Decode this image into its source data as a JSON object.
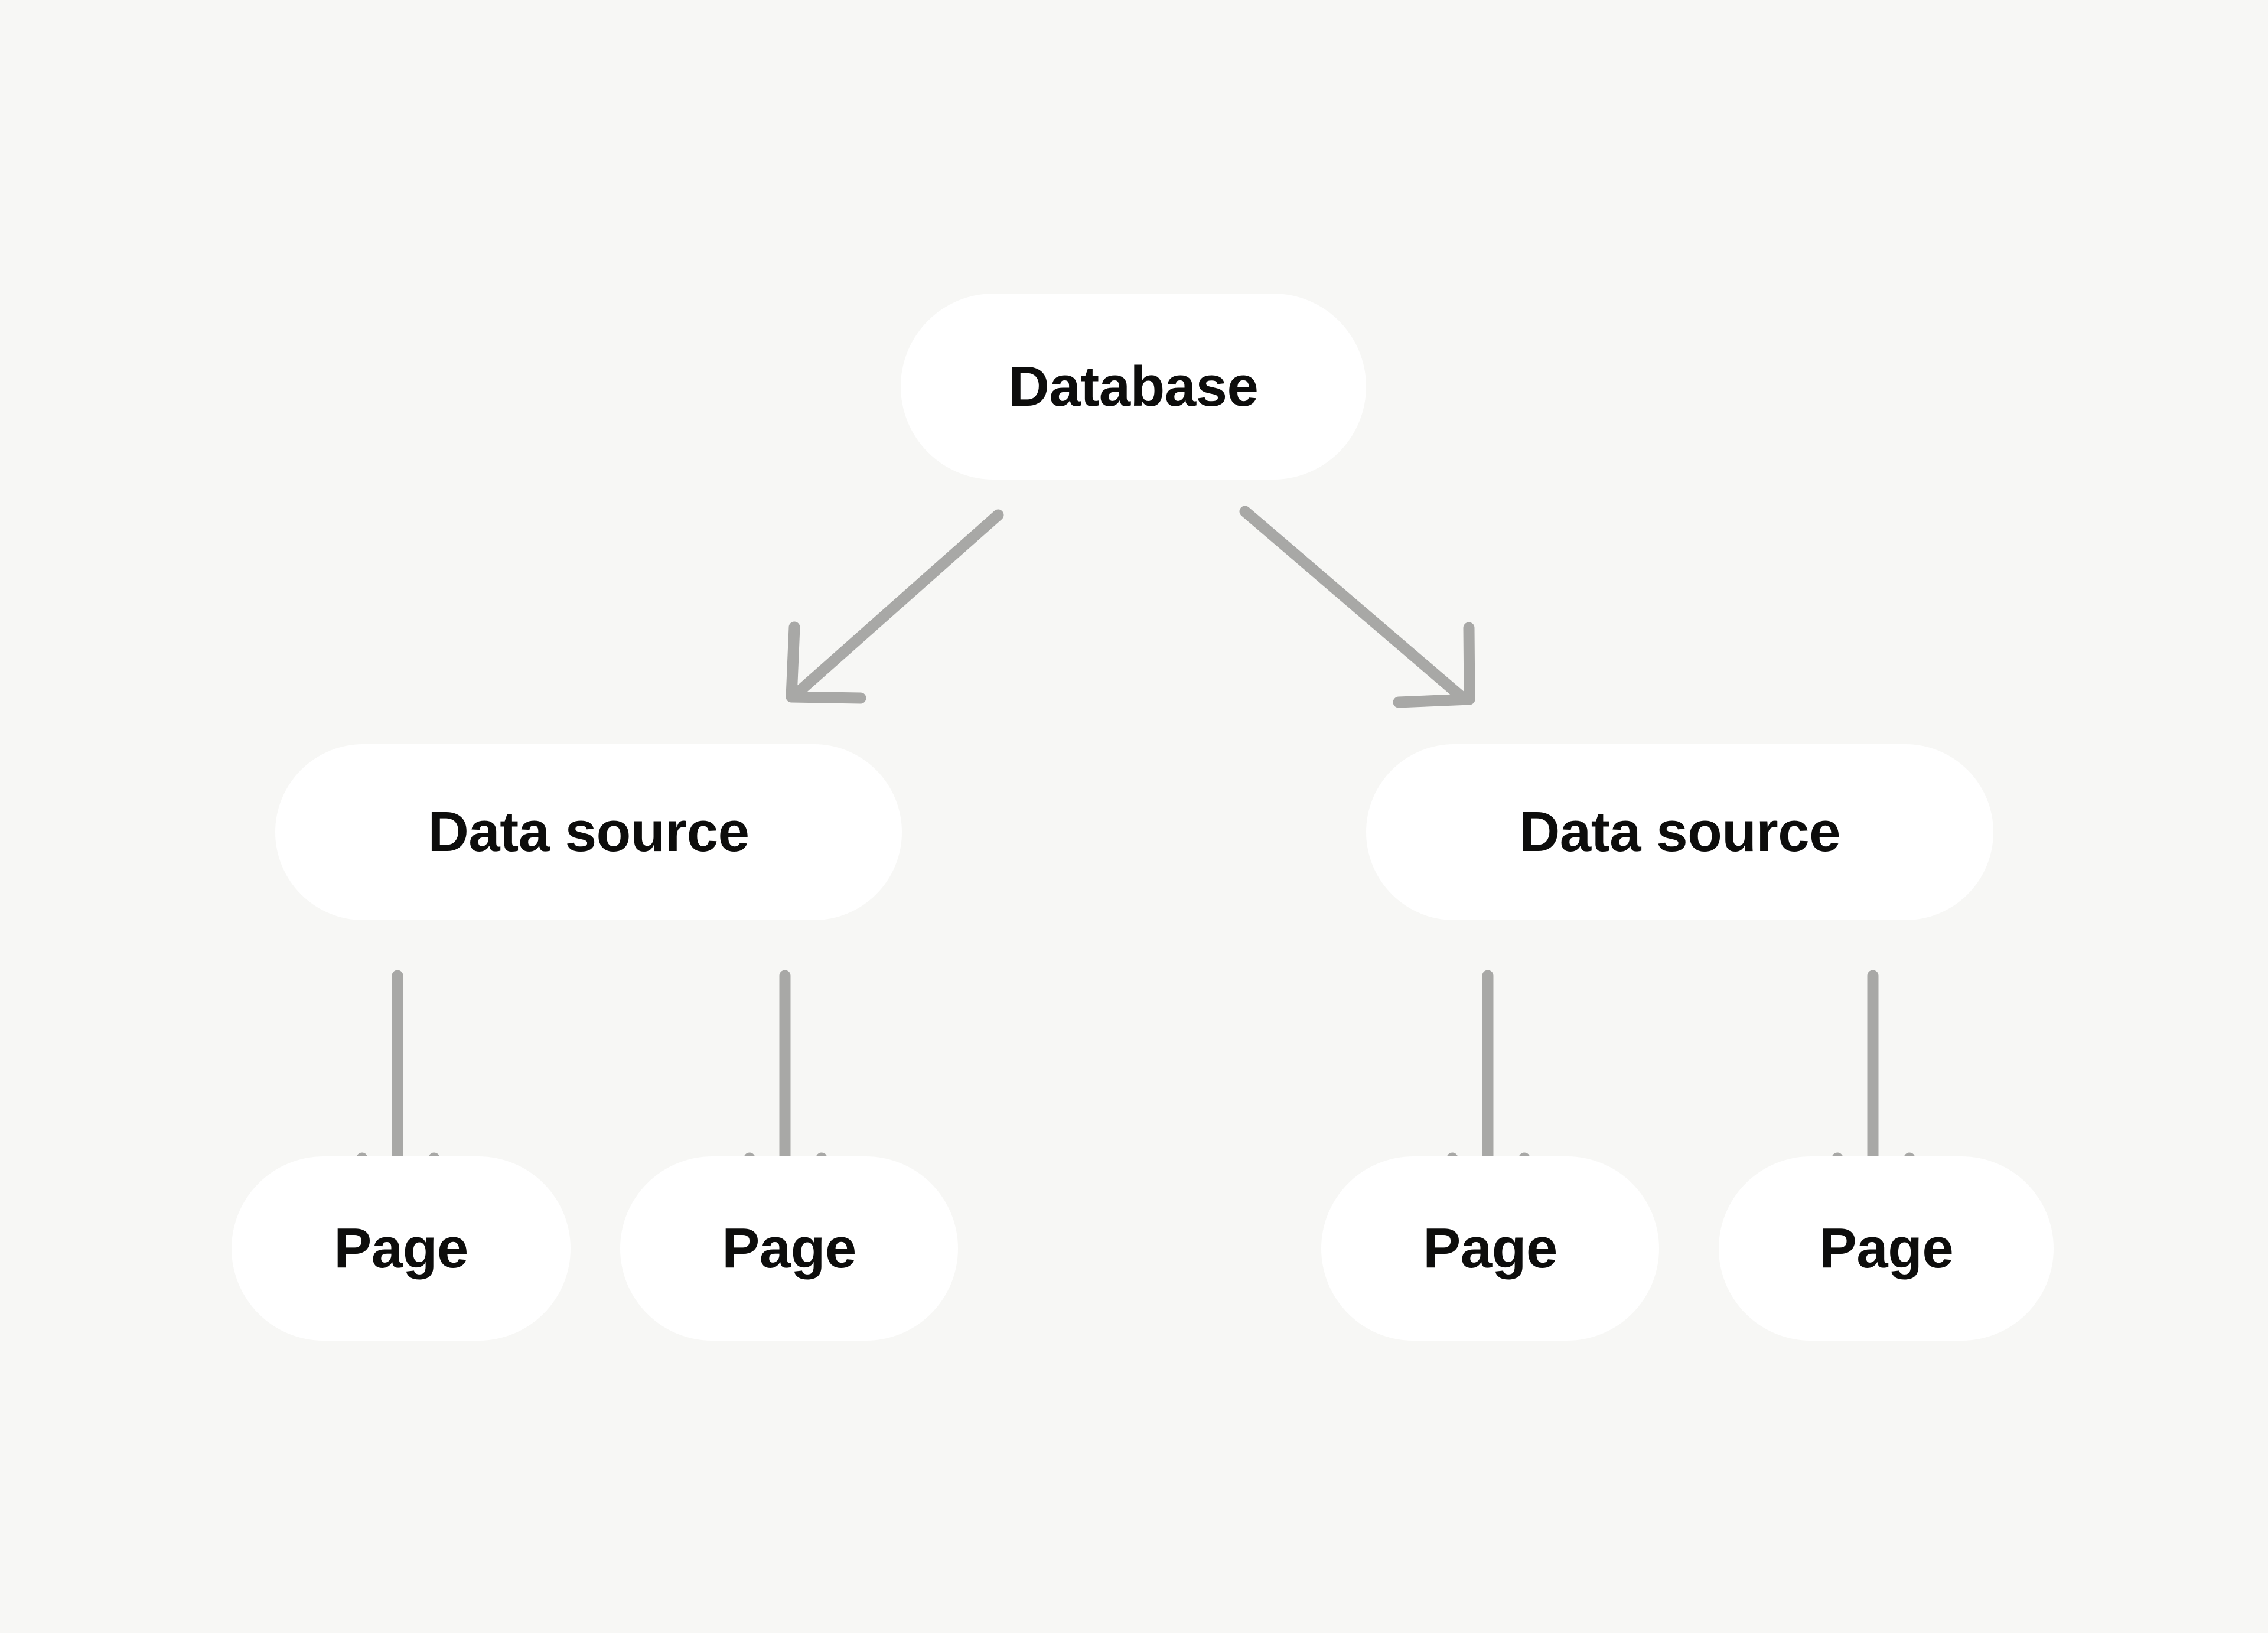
{
  "diagram": {
    "title": "Database to data source to page hierarchy",
    "background_color": "#F7F7F5",
    "node_fill": "#FFFFFF",
    "node_text_color": "#0D0D0C",
    "arrow_color": "#A8A8A6",
    "nodes": [
      {
        "id": "database",
        "label": "Database",
        "level": 0
      },
      {
        "id": "ds-left",
        "label": "Data source",
        "level": 1
      },
      {
        "id": "ds-right",
        "label": "Data source",
        "level": 1
      },
      {
        "id": "page-1",
        "label": "Page",
        "level": 2
      },
      {
        "id": "page-2",
        "label": "Page",
        "level": 2
      },
      {
        "id": "page-3",
        "label": "Page",
        "level": 2
      },
      {
        "id": "page-4",
        "label": "Page",
        "level": 2
      }
    ],
    "edges": [
      {
        "from": "database",
        "to": "ds-left",
        "kind": "diagonal-left"
      },
      {
        "from": "database",
        "to": "ds-right",
        "kind": "diagonal-right"
      },
      {
        "from": "ds-left",
        "to": "page-1",
        "kind": "vertical"
      },
      {
        "from": "ds-left",
        "to": "page-2",
        "kind": "vertical"
      },
      {
        "from": "ds-right",
        "to": "page-3",
        "kind": "vertical"
      },
      {
        "from": "ds-right",
        "to": "page-4",
        "kind": "vertical"
      }
    ]
  }
}
